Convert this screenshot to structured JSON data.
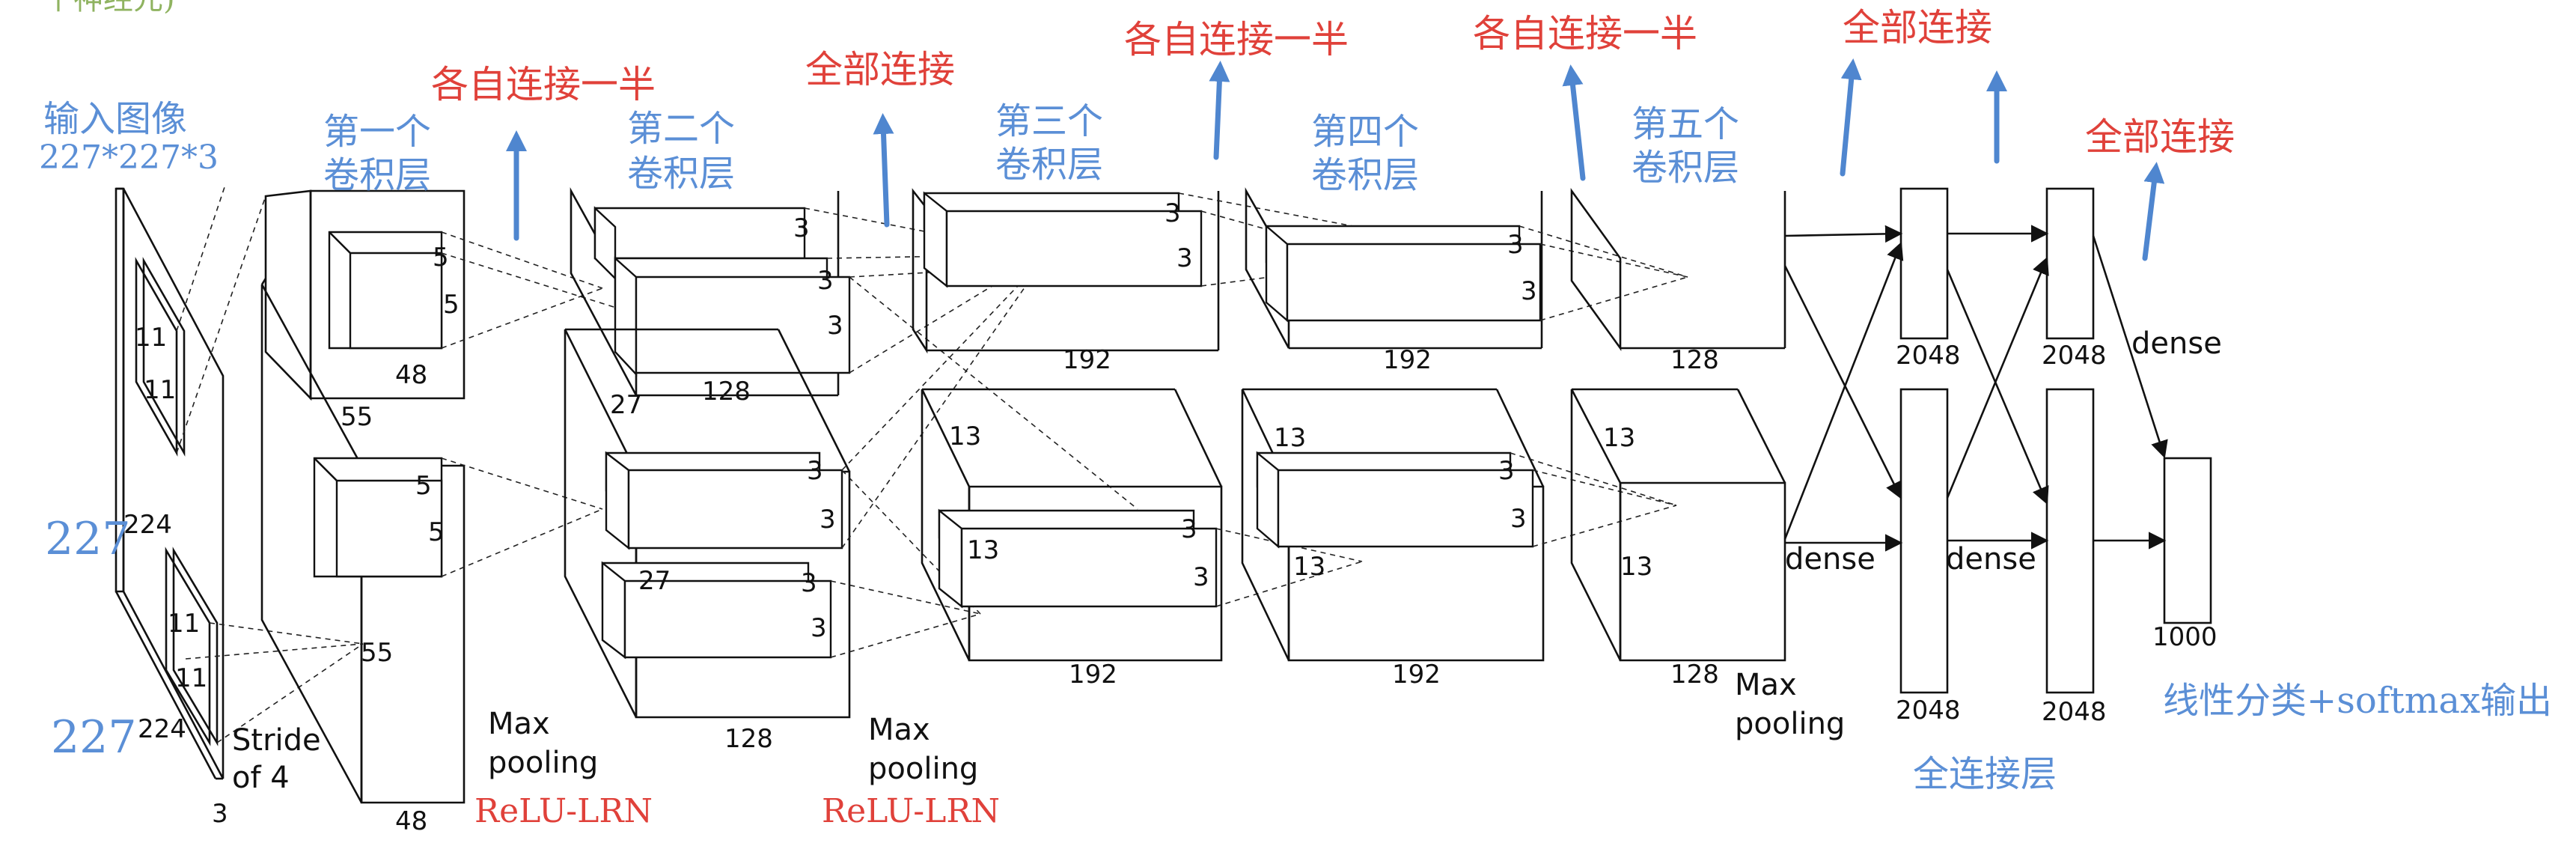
{
  "colors": {
    "annotation_blue": "#5b8fd6",
    "annotation_red": "#e0413a",
    "line_black": "#111111",
    "header_green": "#8fb360"
  },
  "header_fragment": "个神经元)",
  "input": {
    "title": "输入图像",
    "dims": "227*227*3",
    "side_a": "227",
    "side_b": "227",
    "plane_a": "224",
    "plane_b": "224",
    "depth": "3",
    "kernel_top_h": "11",
    "kernel_top_w": "11",
    "kernel_bot_h": "11",
    "kernel_bot_w": "11",
    "stride_line1": "Stride",
    "stride_line2": "of 4"
  },
  "conv1": {
    "title_line1": "第一个",
    "title_line2": "卷积层",
    "top_kernel_a": "5",
    "top_kernel_b": "5",
    "top_depth": "48",
    "bot_kernel_a": "5",
    "bot_kernel_b": "5",
    "bot_depth": "48",
    "side": "55",
    "side_b": "55",
    "pool_line1": "Max",
    "pool_line2": "pooling",
    "relu": "ReLU-LRN",
    "connect": "各自连接一半"
  },
  "conv2": {
    "title_line1": "第二个",
    "title_line2": "卷积层",
    "top_k1": "3",
    "top_k2": "3",
    "top_k3": "3",
    "top_depth": "128",
    "side": "27",
    "side_b": "27",
    "bot_k1": "3",
    "bot_k2": "3",
    "bot_k3": "3",
    "bot_k4": "3",
    "bot_depth": "128",
    "pool_line1": "Max",
    "pool_line2": "pooling",
    "relu": "ReLU-LRN",
    "connect": "全部连接"
  },
  "conv3": {
    "title_line1": "第三个",
    "title_line2": "卷积层",
    "top_k1": "3",
    "top_k2": "3",
    "top_depth": "192",
    "side": "13",
    "side_b": "13",
    "bot_k1": "3",
    "bot_k2": "3",
    "bot_depth": "192",
    "connect": "各自连接一半"
  },
  "conv4": {
    "title_line1": "第四个",
    "title_line2": "卷积层",
    "top_k1": "3",
    "top_k2": "3",
    "top_depth": "192",
    "side": "13",
    "side_b": "13",
    "bot_k1": "3",
    "bot_k2": "3",
    "bot_depth": "192",
    "connect": "各自连接一半"
  },
  "conv5": {
    "title_line1": "第五个",
    "title_line2": "卷积层",
    "top_depth": "128",
    "side": "13",
    "side_b": "13",
    "bot_depth": "128",
    "pool_line1": "Max",
    "pool_line2": "pooling"
  },
  "fc": {
    "connect_a": "全部连接",
    "connect_b": "全部连接",
    "fc6_top": "2048",
    "fc6_bot": "2048",
    "fc7_top": "2048",
    "fc7_bot": "2048",
    "dense_a": "dense",
    "dense_b": "dense",
    "dense_c": "dense",
    "section_title": "全连接层",
    "output_size": "1000",
    "output_title": "线性分类+softmax输出"
  }
}
